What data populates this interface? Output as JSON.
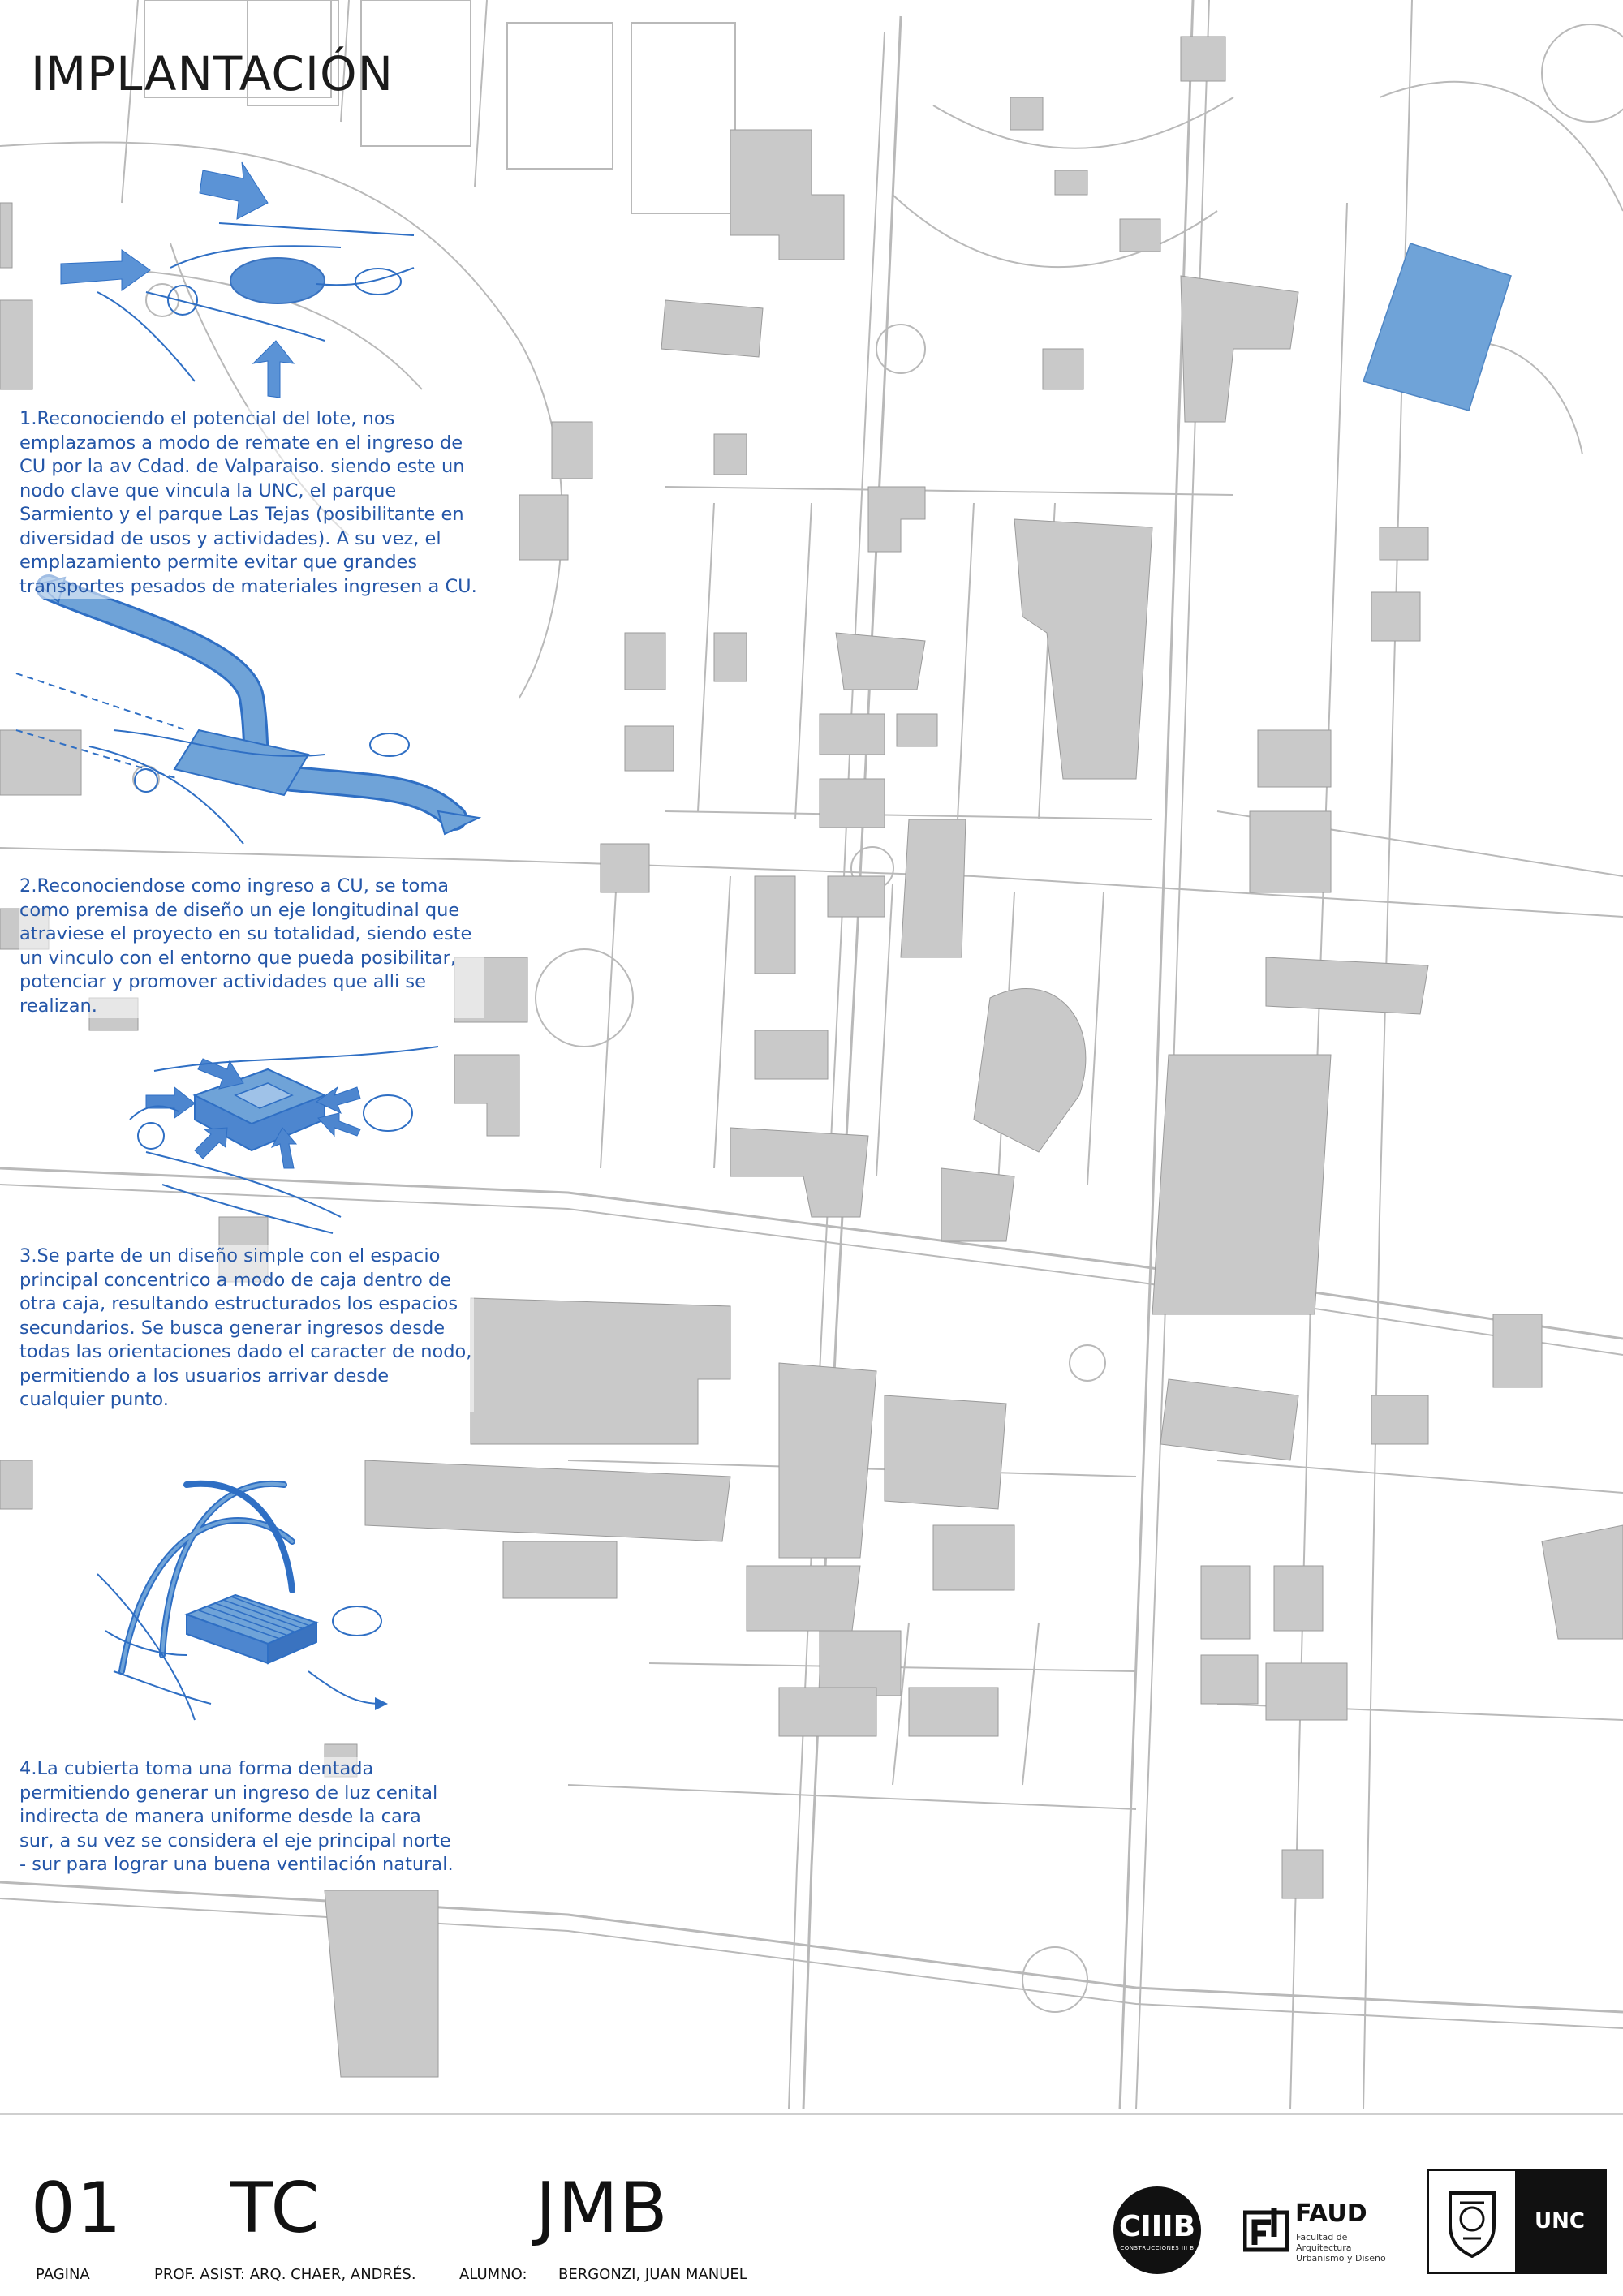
{
  "title": "IMPLANTACIÓN",
  "notes": {
    "n1": "1.Reconociendo el potencial del lote, nos emplazamos a modo de remate en el ingreso de CU por la av Cdad. de Valparaiso. siendo este un nodo clave que  vincula la UNC, el parque Sarmiento y el parque Las Tejas (posibilitante en diversidad de usos y actividades). A su vez, el emplazamiento permite evitar que grandes transportes pesados de materiales ingresen a CU.",
    "n2": "2.Reconociendose como ingreso a CU, se toma como premisa de diseño un eje longitudinal que atraviese el proyecto en su totalidad, siendo este un vinculo con el entorno que pueda posibilitar, potenciar y promover actividades que alli se realizan.",
    "n3": "3.Se parte de un diseño simple con el espacio principal concentrico a modo de caja dentro de otra caja, resultando estructurados los espacios secundarios. Se busca generar ingresos desde todas las orientaciones dado el caracter de nodo, permitiendo a los usuarios arrivar desde cualquier punto.",
    "n4": "4.La cubierta toma una forma dentada permitiendo generar un ingreso de luz cenital indirecta de manera uniforme desde la cara sur, a su vez se considera el eje principal norte - sur para lograr una buena ventilación natural."
  },
  "footer": {
    "page_number": "01",
    "page_label": "PAGINA",
    "course_code": "TC",
    "professor": "PROF. ASIST: ARQ. CHAER, ANDRÉS.",
    "student_initials": "JMB",
    "student_label": "ALUMNO:",
    "student_name": "BERGONZI, JUAN MANUEL",
    "logo_ciiib": "CIIIB",
    "logo_ciiib_sub": "CONSTRUCCIONES III B",
    "logo_faud": "FAUD",
    "logo_faud_sub": "Facultad de Arquitectura Urbanismo y Diseño",
    "logo_unc": "UNC"
  },
  "colors": {
    "accent_blue": "#2f6fc4",
    "site_blue": "#6fa3d8",
    "building_gray": "#c8c8c8",
    "road_line": "#b8b8b8"
  }
}
